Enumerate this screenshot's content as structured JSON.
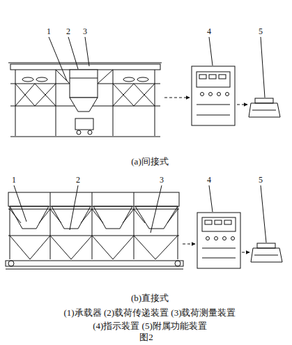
{
  "diagram": {
    "caption": "图2",
    "labels": [
      "1",
      "2",
      "3",
      "4",
      "5",
      "(a)间接式",
      "1",
      "2",
      "3",
      "4",
      "5",
      "(b)直接式",
      "(1)承载器 (2)载荷传递装置 (3)载荷测量装置",
      "(4)指示装置 (5)附属功能装置"
    ]
  }
}
